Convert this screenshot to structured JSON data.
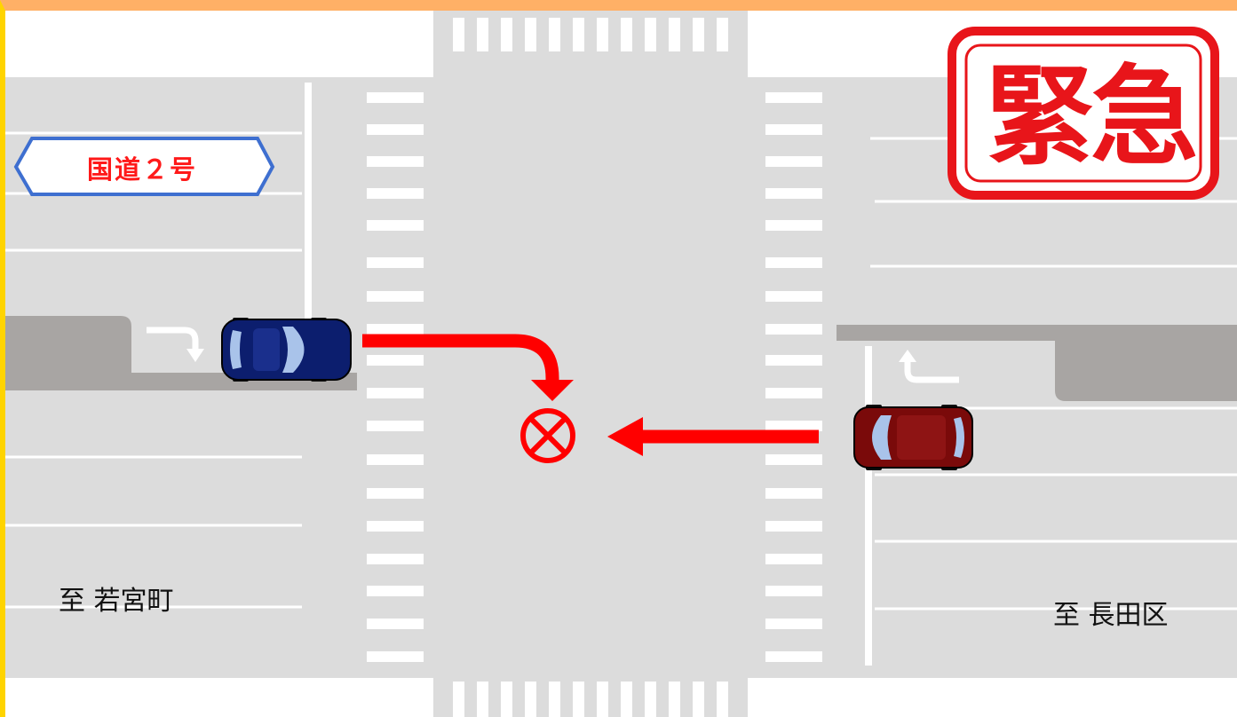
{
  "route_sign": {
    "label": "国道２号"
  },
  "destinations": {
    "west": "至 若宮町",
    "east": "至 長田区"
  },
  "stamp": {
    "text": "緊急"
  },
  "colors": {
    "road": "#dcdcdc",
    "median": "#a8a5a3",
    "marking": "#ffffff",
    "arrow": "#ff0000",
    "car_left": "#0c1e6e",
    "car_right": "#7a0a0a",
    "sign_border": "#3e6fd0",
    "stamp": "#e8151a",
    "frame_left": "#ffd400",
    "frame_top": "#ffb066"
  },
  "icons": [
    "right-turn-arrow-icon",
    "left-turn-arrow-icon",
    "collision-mark-icon",
    "route-sign-icon",
    "car-icon"
  ]
}
